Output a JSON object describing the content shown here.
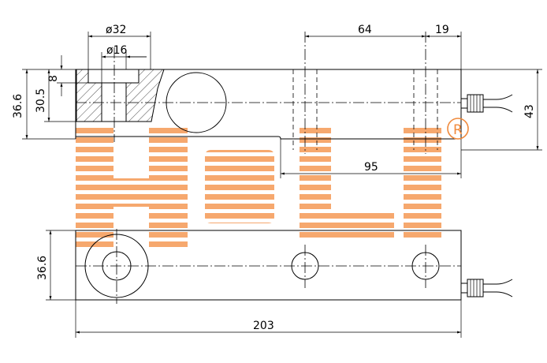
{
  "dimensions": {
    "dia_outer": "ø32",
    "dia_inner": "ø16",
    "top_64": "64",
    "top_19": "19",
    "height_left": "36.6",
    "depth_30_5": "30.5",
    "depth_8": "8",
    "height_right": "43",
    "span_95": "95",
    "height_bottom": "36.6",
    "length_total": "203"
  },
  "watermark": {
    "letters": [
      "H",
      "O",
      "L",
      "I"
    ],
    "registered_mark": "®"
  },
  "colors": {
    "watermark": "#f6a86e",
    "registered": "#f08a3c",
    "line": "#000000"
  }
}
